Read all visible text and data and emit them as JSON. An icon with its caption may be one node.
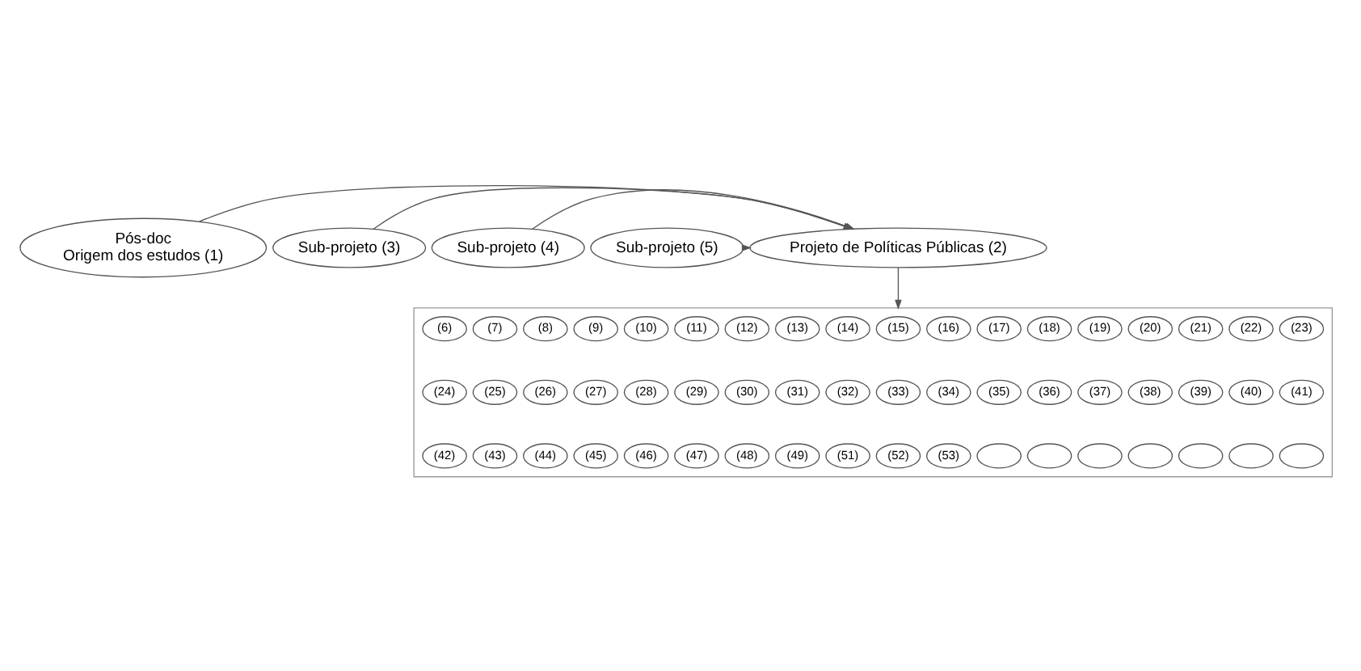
{
  "diagram": {
    "nodes": [
      {
        "text": [
          "Pós-doc",
          "Origem dos estudos (1)"
        ]
      },
      {
        "text": [
          "Projeto de Políticas Públicas (2)"
        ]
      },
      {
        "text": [
          "Sub-projeto (3)"
        ]
      },
      {
        "text": [
          "Sub-projeto (4)"
        ]
      },
      {
        "text": [
          "Sub-projeto (5)"
        ]
      },
      {
        "text": [],
        "shape": "box"
      },
      {
        "text": [
          "(6)"
        ],
        "in": 5
      },
      {
        "text": [
          "(7)"
        ],
        "in": 5
      },
      {
        "text": [
          "(8)"
        ],
        "in": 5
      },
      {
        "text": [
          "(9)"
        ],
        "in": 5
      },
      {
        "text": [
          "(10)"
        ],
        "in": 5
      },
      {
        "text": [
          "(11)"
        ],
        "in": 5
      },
      {
        "text": [
          "(12)"
        ],
        "in": 5
      },
      {
        "text": [
          "(13)"
        ],
        "in": 5
      },
      {
        "text": [
          "(14)"
        ],
        "in": 5
      },
      {
        "text": [
          "(15)"
        ],
        "in": 5
      },
      {
        "text": [
          "(16)"
        ],
        "in": 5
      },
      {
        "text": [
          "(17)"
        ],
        "in": 5
      },
      {
        "text": [
          "(18)"
        ],
        "in": 5
      },
      {
        "text": [
          "(19)"
        ],
        "in": 5
      },
      {
        "text": [
          "(20)"
        ],
        "in": 5
      },
      {
        "text": [
          "(21)"
        ],
        "in": 5
      },
      {
        "text": [
          "(22)"
        ],
        "in": 5
      },
      {
        "text": [
          "(23)"
        ],
        "in": 5
      },
      {
        "text": [
          "(24)"
        ],
        "in": 5
      },
      {
        "text": [
          "(25)"
        ],
        "in": 5
      },
      {
        "text": [
          "(26)"
        ],
        "in": 5
      },
      {
        "text": [
          "(27)"
        ],
        "in": 5
      },
      {
        "text": [
          "(28)"
        ],
        "in": 5
      },
      {
        "text": [
          "(29)"
        ],
        "in": 5
      },
      {
        "text": [
          "(30)"
        ],
        "in": 5
      },
      {
        "text": [
          "(31)"
        ],
        "in": 5
      },
      {
        "text": [
          "(32)"
        ],
        "in": 5
      },
      {
        "text": [
          "(33)"
        ],
        "in": 5
      },
      {
        "text": [
          "(34)"
        ],
        "in": 5
      },
      {
        "text": [
          "(35)"
        ],
        "in": 5
      },
      {
        "text": [
          "(36)"
        ],
        "in": 5
      },
      {
        "text": [
          "(37)"
        ],
        "in": 5
      },
      {
        "text": [
          "(38)"
        ],
        "in": 5
      },
      {
        "text": [
          "(39)"
        ],
        "in": 5
      },
      {
        "text": [
          "(40)"
        ],
        "in": 5
      },
      {
        "text": [
          "(41)"
        ],
        "in": 5
      },
      {
        "text": [
          "(42)"
        ],
        "in": 5
      },
      {
        "text": [
          "(43)"
        ],
        "in": 5
      },
      {
        "text": [
          "(44)"
        ],
        "in": 5
      },
      {
        "text": [
          "(45)"
        ],
        "in": 5
      },
      {
        "text": [
          "(46)"
        ],
        "in": 5
      },
      {
        "text": [
          "(47)"
        ],
        "in": 5
      },
      {
        "text": [
          "(48)"
        ],
        "in": 5
      },
      {
        "text": [
          "(49)"
        ],
        "in": 5
      },
      {
        "text": [
          "(51)"
        ],
        "in": 5
      },
      {
        "text": [
          "(52)"
        ],
        "in": 5
      },
      {
        "text": [
          "(53)"
        ],
        "in": 5
      },
      {
        "text": [],
        "shape": "ellipse",
        "in": 5
      },
      {
        "text": [],
        "shape": "ellipse",
        "in": 5
      },
      {
        "text": [],
        "shape": "ellipse",
        "in": 5
      },
      {
        "text": [],
        "shape": "ellipse",
        "in": 5
      },
      {
        "text": [],
        "shape": "ellipse",
        "in": 5
      },
      {
        "text": [],
        "shape": "ellipse",
        "in": 5
      },
      {
        "text": [],
        "shape": "ellipse",
        "in": 5
      }
    ],
    "edges": [
      {
        "from": 0,
        "to": 1,
        "arrow": "to"
      },
      {
        "from": 2,
        "to": 1,
        "arrow": "to"
      },
      {
        "from": 3,
        "to": 1,
        "arrow": "to"
      },
      {
        "from": 4,
        "to": 1,
        "arrow": "to"
      },
      {
        "from": 1,
        "to": 5,
        "arrow": "to"
      }
    ]
  }
}
